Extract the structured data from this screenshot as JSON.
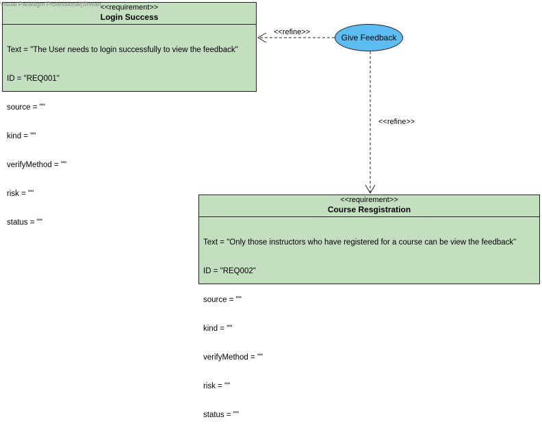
{
  "watermark": "Visual Paradigm Professional(Shivan...",
  "requirements": [
    {
      "stereotype": "<<requirement>>",
      "name": "Login Success",
      "attributes": [
        "Text = \"The User needs to login successfully to view the feedback\"",
        "ID = \"REQ001\"",
        "source = \"\"",
        "kind = \"\"",
        "verifyMethod = \"\"",
        "risk = \"\"",
        "status = \"\""
      ]
    },
    {
      "stereotype": "<<requirement>>",
      "name": "Course Resgistration",
      "attributes": [
        "Text = \"Only those instructors who have registered for a course can be view the feedback\"",
        "ID = \"REQ002\"",
        "source = \"\"",
        "kind = \"\"",
        "verifyMethod = \"\"",
        "risk = \"\"",
        "status = \"\""
      ]
    }
  ],
  "usecase": {
    "name": "Give Feedback"
  },
  "connectors": [
    {
      "label": "<<refine>>"
    },
    {
      "label": "<<refine>>"
    }
  ],
  "colors": {
    "requirement_fill": "#c3dfc0",
    "usecase_fill": "#5dbcf2",
    "line": "#222222"
  }
}
